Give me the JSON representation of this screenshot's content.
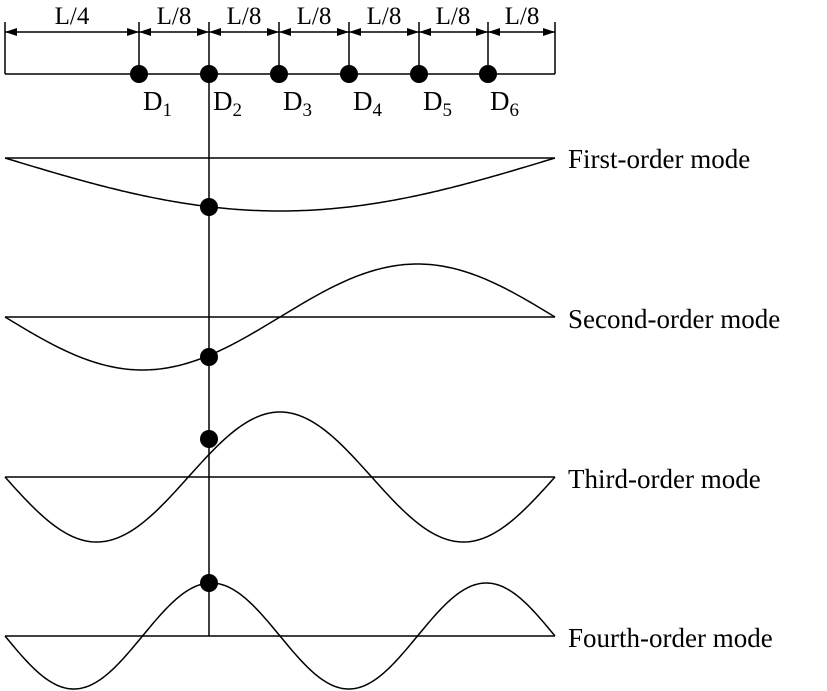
{
  "dimensions": {
    "segments": [
      "L/4",
      "L/8",
      "L/8",
      "L/8",
      "L/8",
      "L/8",
      "L/8"
    ]
  },
  "nodes": [
    {
      "letter": "D",
      "sub": "1"
    },
    {
      "letter": "D",
      "sub": "2"
    },
    {
      "letter": "D",
      "sub": "3"
    },
    {
      "letter": "D",
      "sub": "4"
    },
    {
      "letter": "D",
      "sub": "5"
    },
    {
      "letter": "D",
      "sub": "6"
    }
  ],
  "modes": [
    {
      "label": "First-order mode"
    },
    {
      "label": "Second-order mode"
    },
    {
      "label": "Third-order mode"
    },
    {
      "label": "Fourth-order mode"
    }
  ]
}
